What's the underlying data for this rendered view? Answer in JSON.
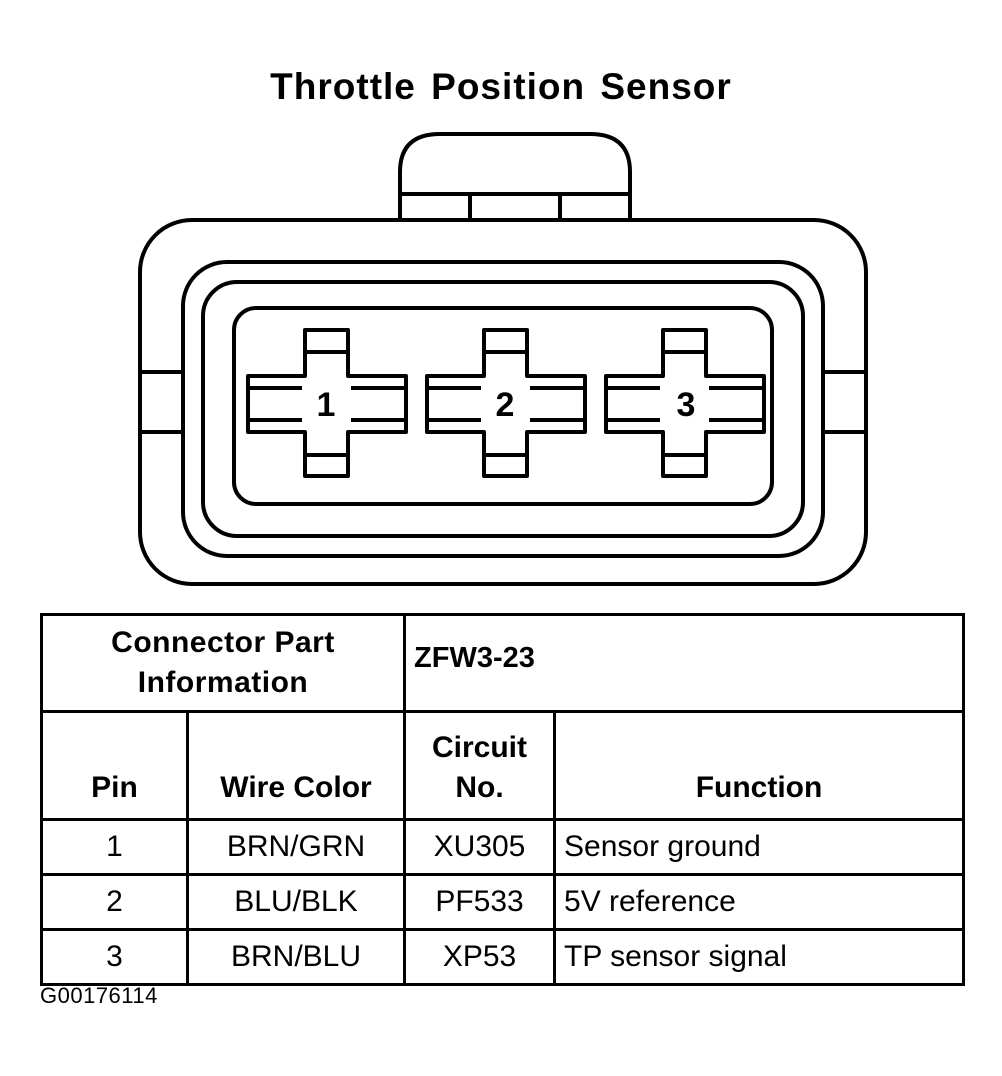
{
  "title": "Throttle Position Sensor",
  "connector": {
    "pins": [
      "1",
      "2",
      "3"
    ]
  },
  "part_info": {
    "label": "Connector Part Information",
    "value": "ZFW3-23"
  },
  "table": {
    "headers": {
      "pin": "Pin",
      "wire_color": "Wire Color",
      "circuit_no": "Circuit No.",
      "function": "Function"
    },
    "rows": [
      {
        "pin": "1",
        "wire_color": "BRN/GRN",
        "circuit": "XU305",
        "function": "Sensor ground"
      },
      {
        "pin": "2",
        "wire_color": "BLU/BLK",
        "circuit": "PF533",
        "function": "5V reference"
      },
      {
        "pin": "3",
        "wire_color": "BRN/BLU",
        "circuit": "XP53",
        "function": "TP sensor signal"
      }
    ]
  },
  "figure_id": "G00176114"
}
